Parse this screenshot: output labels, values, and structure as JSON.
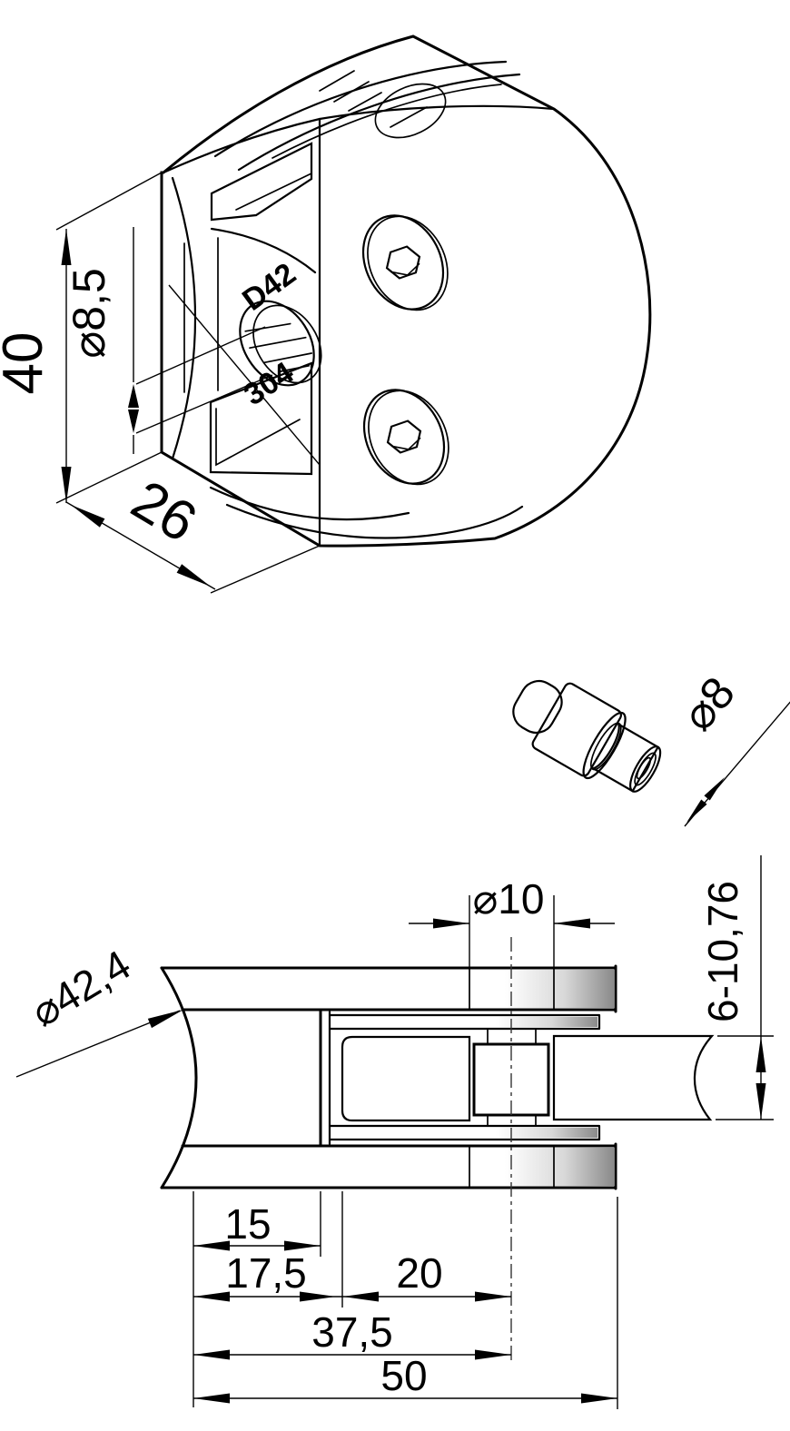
{
  "drawing": {
    "background_color": "#ffffff",
    "line_color": "#000000",
    "glass_color": "#e9f4ec",
    "rubber_dark_color": "#2e2e2e",
    "rubber_light_color": "#959595",
    "isometric_view": {
      "height_dim": "40",
      "depth_dim": "26",
      "hole_dim": "⌀8,5",
      "engraving_model": "D42",
      "engraving_steel": "304"
    },
    "pin_view": {
      "diameter_dim": "⌀8"
    },
    "section_view": {
      "pin_bore_dim": "⌀10",
      "glass_thickness_dim": "6-10,76",
      "tube_dim": "⌀42,4",
      "slot_depth_dim": "15",
      "back_to_glass_dim": "17,5",
      "glass_to_center_dim": "20",
      "back_to_center_dim": "37,5",
      "total_width_dim": "50"
    }
  }
}
